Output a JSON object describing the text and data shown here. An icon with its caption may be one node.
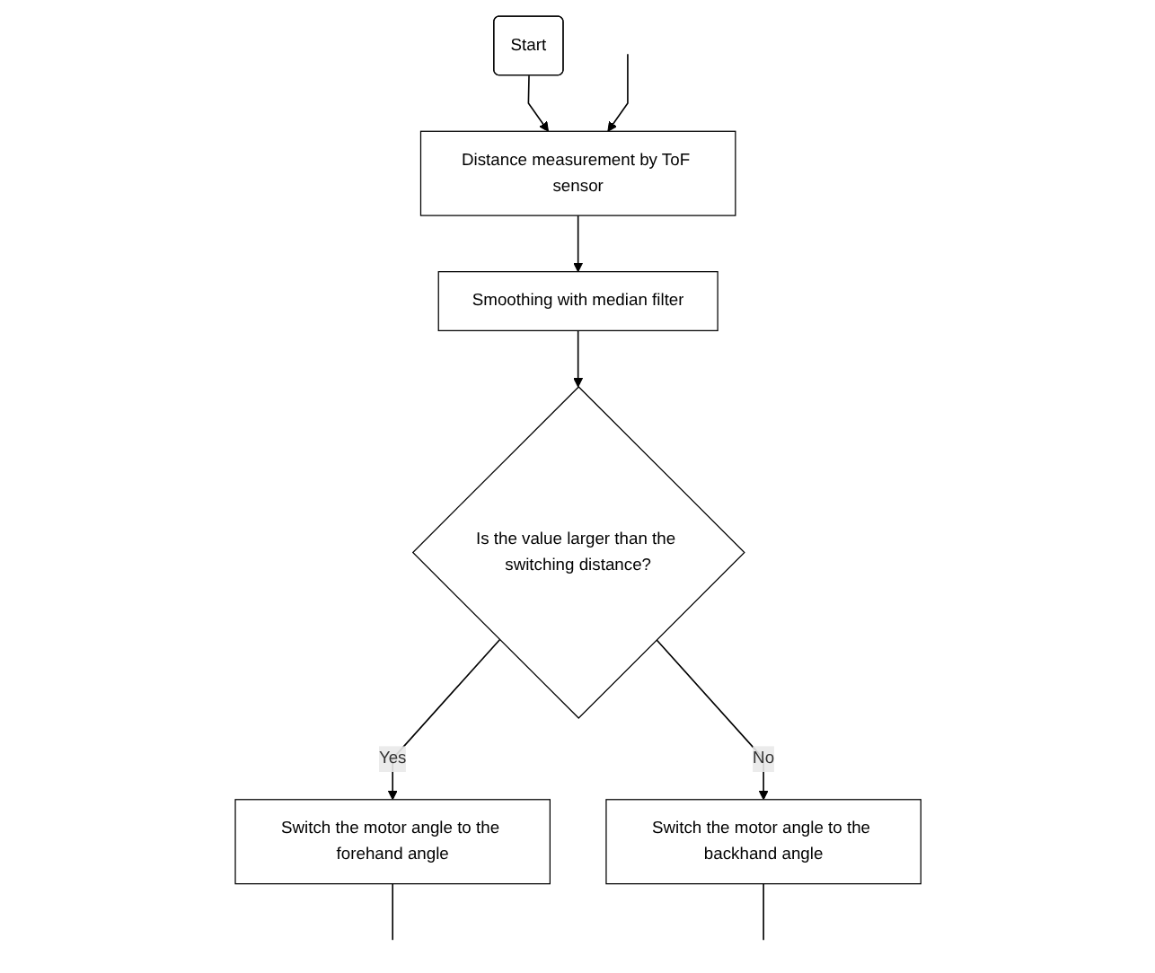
{
  "diagram": {
    "nodes": [
      {
        "text": [
          "Start"
        ]
      },
      {
        "text": [
          "Distance measurement by ToF sensor"
        ]
      },
      {
        "text": [
          "Smoothing with median filter"
        ]
      },
      {
        "text": [
          "Is the value larger than the switching distance?"
        ]
      },
      {
        "text": [
          "Switch the motor angle to the forehand angle"
        ]
      },
      {
        "text": [
          "Switch the motor angle to the backhand angle"
        ]
      }
    ],
    "edges": [
      {
        "from": 0,
        "to": 1,
        "arrow": "to"
      },
      {
        "from": 1,
        "to": 2,
        "arrow": "to"
      },
      {
        "from": 2,
        "to": 3,
        "arrow": "to"
      },
      {
        "from": 3,
        "to": 4,
        "label": "Yes",
        "arrow": "to"
      },
      {
        "from": 3,
        "to": 5,
        "label": "No",
        "arrow": "to"
      },
      {
        "from": 4,
        "to": null,
        "arrow": "none"
      },
      {
        "from": 5,
        "to": null,
        "arrow": "none"
      },
      {
        "from": null,
        "to": 1,
        "arrow": "to"
      }
    ]
  }
}
